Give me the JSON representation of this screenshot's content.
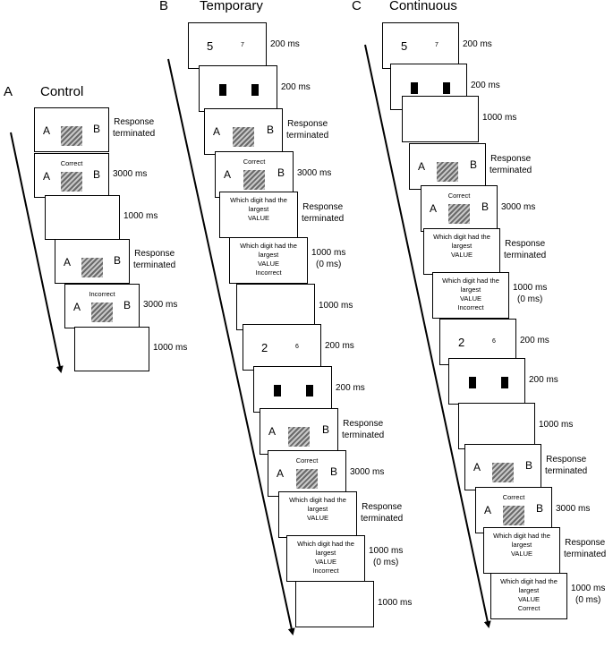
{
  "panels": [
    {
      "letter": "A",
      "title": "Control",
      "frames": [
        {
          "kind": "choice",
          "A": "A",
          "B": "B",
          "feedback": "",
          "timing": [
            "Response",
            "terminated"
          ]
        },
        {
          "kind": "choice",
          "A": "A",
          "B": "B",
          "feedback": "Correct",
          "timing": [
            "3000 ms"
          ]
        },
        {
          "kind": "blank",
          "timing": [
            "1000 ms"
          ]
        },
        {
          "kind": "choice",
          "A": "A",
          "B": "B",
          "feedback": "",
          "timing": [
            "Response",
            "terminated"
          ]
        },
        {
          "kind": "choice",
          "A": "A",
          "B": "B",
          "feedback": "Incorrect",
          "timing": [
            "3000 ms"
          ]
        },
        {
          "kind": "blank",
          "timing": [
            "1000 ms"
          ]
        }
      ]
    },
    {
      "letter": "B",
      "title": "Temporary",
      "frames": [
        {
          "kind": "digits",
          "d1": "5",
          "d2": "7",
          "timing": [
            "200 ms"
          ]
        },
        {
          "kind": "mask",
          "timing": [
            "200 ms"
          ]
        },
        {
          "kind": "choice",
          "A": "A",
          "B": "B",
          "feedback": "",
          "timing": [
            "Response",
            "terminated"
          ]
        },
        {
          "kind": "choice",
          "A": "A",
          "B": "B",
          "feedback": "Correct",
          "timing": [
            "3000 ms"
          ]
        },
        {
          "kind": "question",
          "lines": [
            "Which digit had the",
            "largest",
            "VALUE"
          ],
          "timing": [
            "Response",
            "terminated"
          ]
        },
        {
          "kind": "question",
          "lines": [
            "Which digit had the",
            "largest",
            "VALUE",
            "Incorrect"
          ],
          "timing": [
            "1000 ms",
            "(0 ms)"
          ]
        },
        {
          "kind": "blank",
          "timing": [
            "1000 ms"
          ]
        },
        {
          "kind": "digits",
          "d1": "2",
          "d2": "6",
          "timing": [
            "200 ms"
          ]
        },
        {
          "kind": "mask",
          "timing": [
            "200 ms"
          ]
        },
        {
          "kind": "choice",
          "A": "A",
          "B": "B",
          "feedback": "",
          "timing": [
            "Response",
            "terminated"
          ]
        },
        {
          "kind": "choice",
          "A": "A",
          "B": "B",
          "feedback": "Correct",
          "timing": [
            "3000 ms"
          ]
        },
        {
          "kind": "question",
          "lines": [
            "Which digit had the",
            "largest",
            "VALUE"
          ],
          "timing": [
            "Response",
            "terminated"
          ]
        },
        {
          "kind": "question",
          "lines": [
            "Which digit had the",
            "largest",
            "VALUE",
            "Incorrect"
          ],
          "timing": [
            "1000 ms",
            "(0 ms)"
          ]
        },
        {
          "kind": "blank",
          "timing": [
            "1000 ms"
          ]
        }
      ]
    },
    {
      "letter": "C",
      "title": "Continuous",
      "frames": [
        {
          "kind": "digits",
          "d1": "5",
          "d2": "7",
          "timing": [
            "200 ms"
          ]
        },
        {
          "kind": "mask",
          "timing": [
            "200 ms"
          ]
        },
        {
          "kind": "blank",
          "timing": [
            "1000 ms"
          ]
        },
        {
          "kind": "choice",
          "A": "A",
          "B": "B",
          "feedback": "",
          "timing": [
            "Response",
            "terminated"
          ]
        },
        {
          "kind": "choice",
          "A": "A",
          "B": "B",
          "feedback": "Correct",
          "timing": [
            "3000 ms"
          ]
        },
        {
          "kind": "question",
          "lines": [
            "Which digit had the",
            "largest",
            "VALUE"
          ],
          "timing": [
            "Response",
            "terminated"
          ]
        },
        {
          "kind": "question",
          "lines": [
            "Which digit had the",
            "largest",
            "VALUE",
            "Incorrect"
          ],
          "timing": [
            "1000 ms",
            "(0 ms)"
          ]
        },
        {
          "kind": "digits",
          "d1": "2",
          "d2": "6",
          "timing": [
            "200 ms"
          ]
        },
        {
          "kind": "mask",
          "timing": [
            "200 ms"
          ]
        },
        {
          "kind": "blank",
          "timing": [
            "1000 ms"
          ]
        },
        {
          "kind": "choice",
          "A": "A",
          "B": "B",
          "feedback": "",
          "timing": [
            "Response",
            "terminated"
          ]
        },
        {
          "kind": "choice",
          "A": "A",
          "B": "B",
          "feedback": "Correct",
          "timing": [
            "3000 ms"
          ]
        },
        {
          "kind": "question",
          "lines": [
            "Which digit had the",
            "largest",
            "VALUE"
          ],
          "timing": [
            "Response",
            "terminated"
          ]
        },
        {
          "kind": "question",
          "lines": [
            "Which digit had the",
            "largest",
            "VALUE",
            "Correct"
          ],
          "timing": [
            "1000 ms",
            "(0 ms)"
          ]
        }
      ]
    }
  ]
}
